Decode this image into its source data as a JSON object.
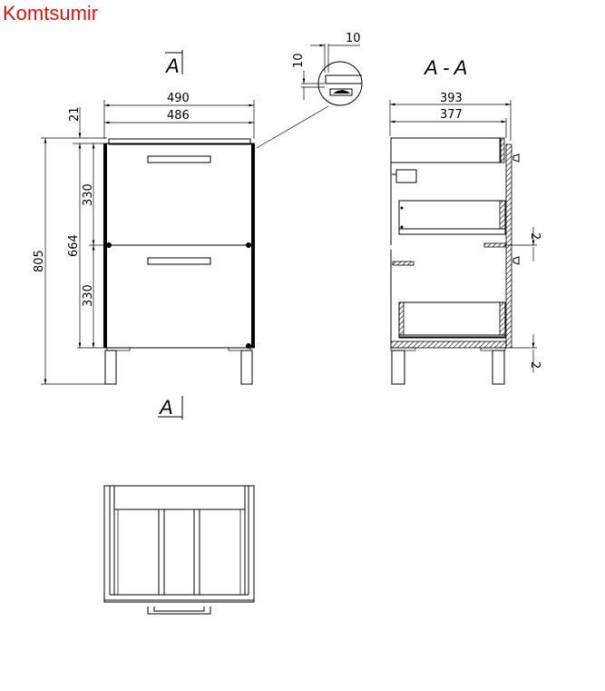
{
  "brand": "Komtsumir",
  "front_view": {
    "section_marker_top": "A",
    "section_marker_bottom": "A",
    "dims": {
      "width_outer": "490",
      "width_inner": "486",
      "top_gap": "21",
      "total_height": "805",
      "body_height": "664",
      "drawer_upper": "330",
      "drawer_lower": "330"
    }
  },
  "detail": {
    "dim_horizontal": "10",
    "dim_vertical": "10"
  },
  "section_view": {
    "title": "A - A",
    "dims": {
      "depth_outer": "393",
      "depth_inner": "377",
      "gap_upper": "2",
      "gap_lower": "2"
    }
  }
}
